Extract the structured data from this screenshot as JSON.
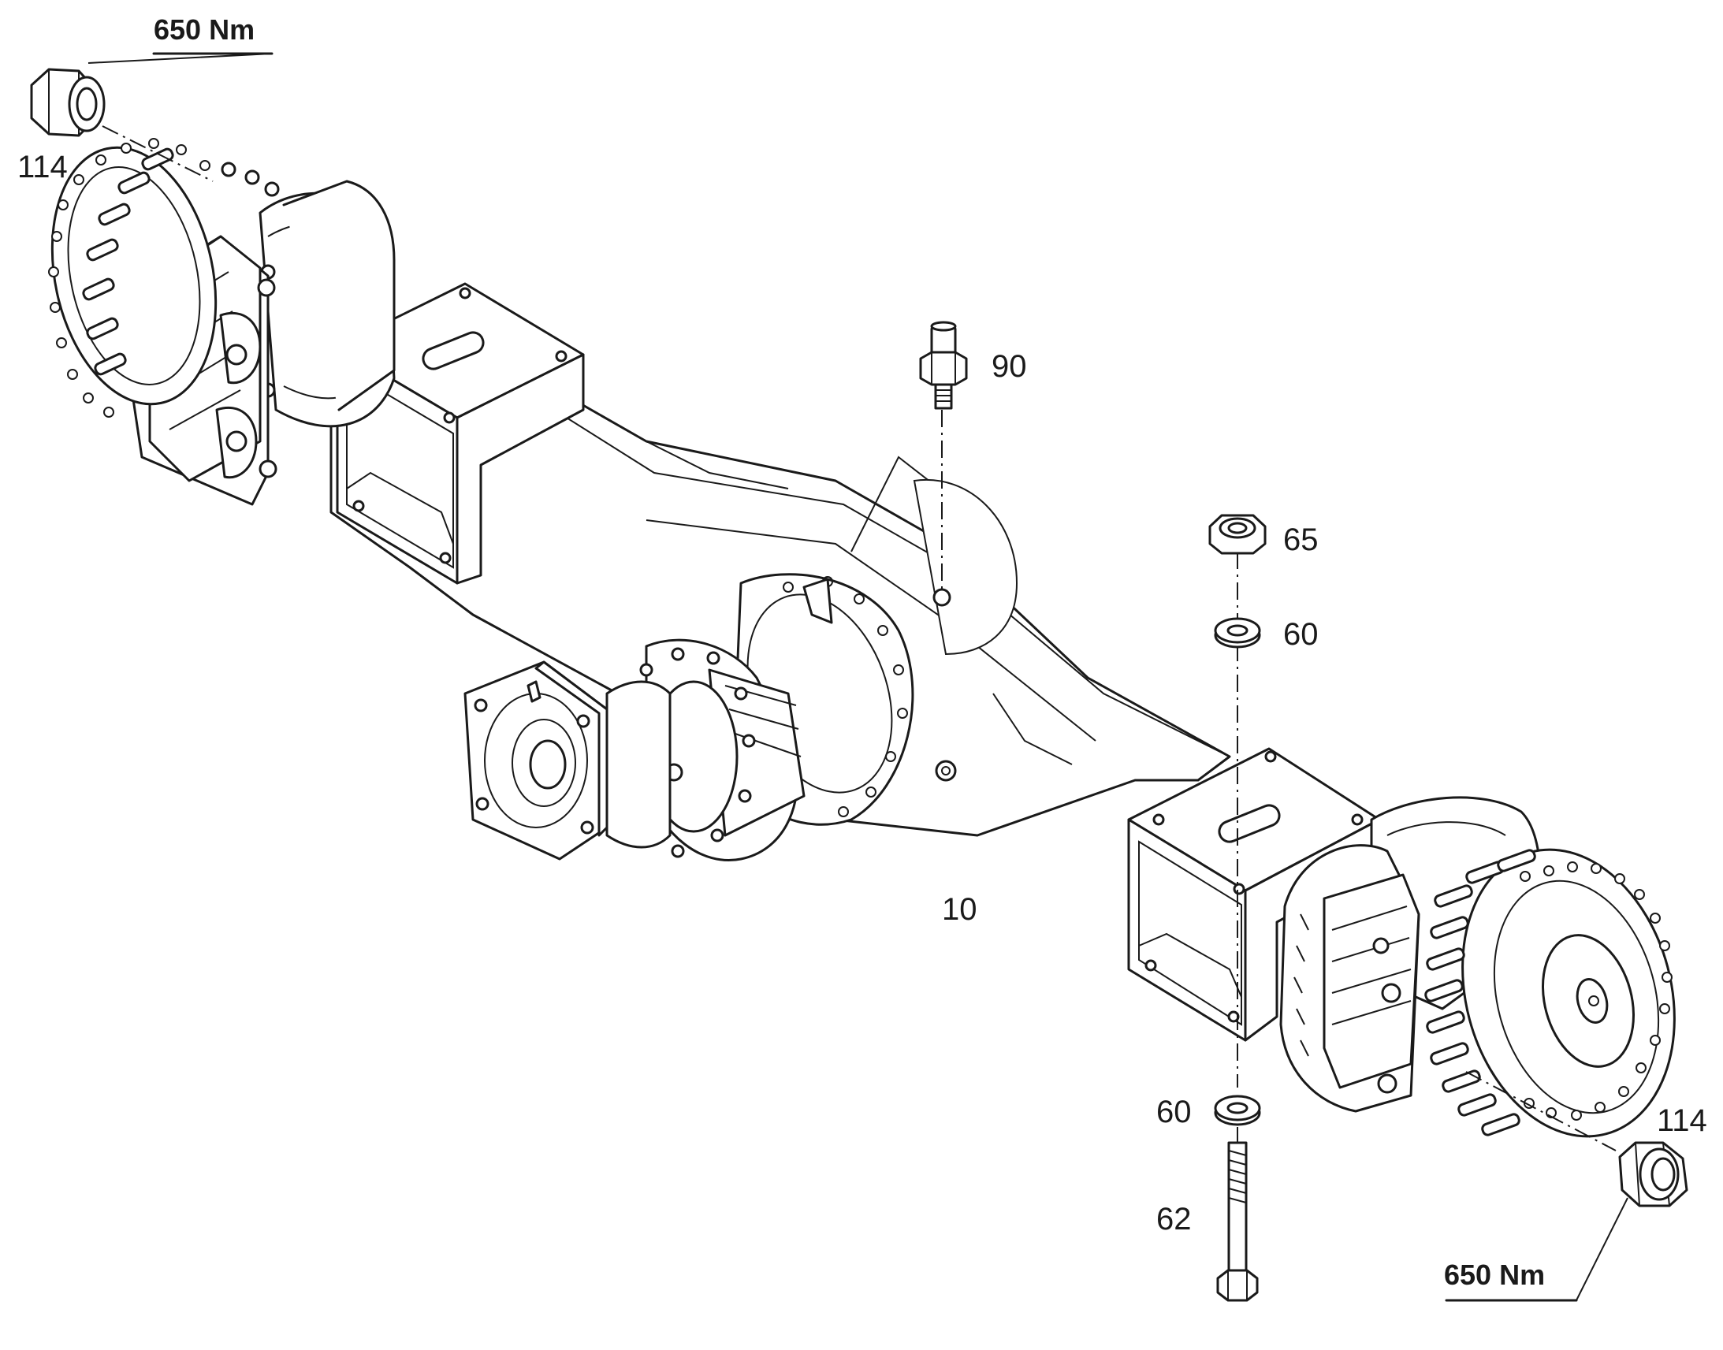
{
  "labels": {
    "nut_left": "114",
    "nut_right": "114",
    "stud": "90",
    "nut_top": "65",
    "washer_top": "60",
    "washer_bottom": "60",
    "bolt": "62",
    "axle_housing": "10"
  },
  "torque": {
    "left": "650 Nm",
    "right": "650 Nm"
  }
}
